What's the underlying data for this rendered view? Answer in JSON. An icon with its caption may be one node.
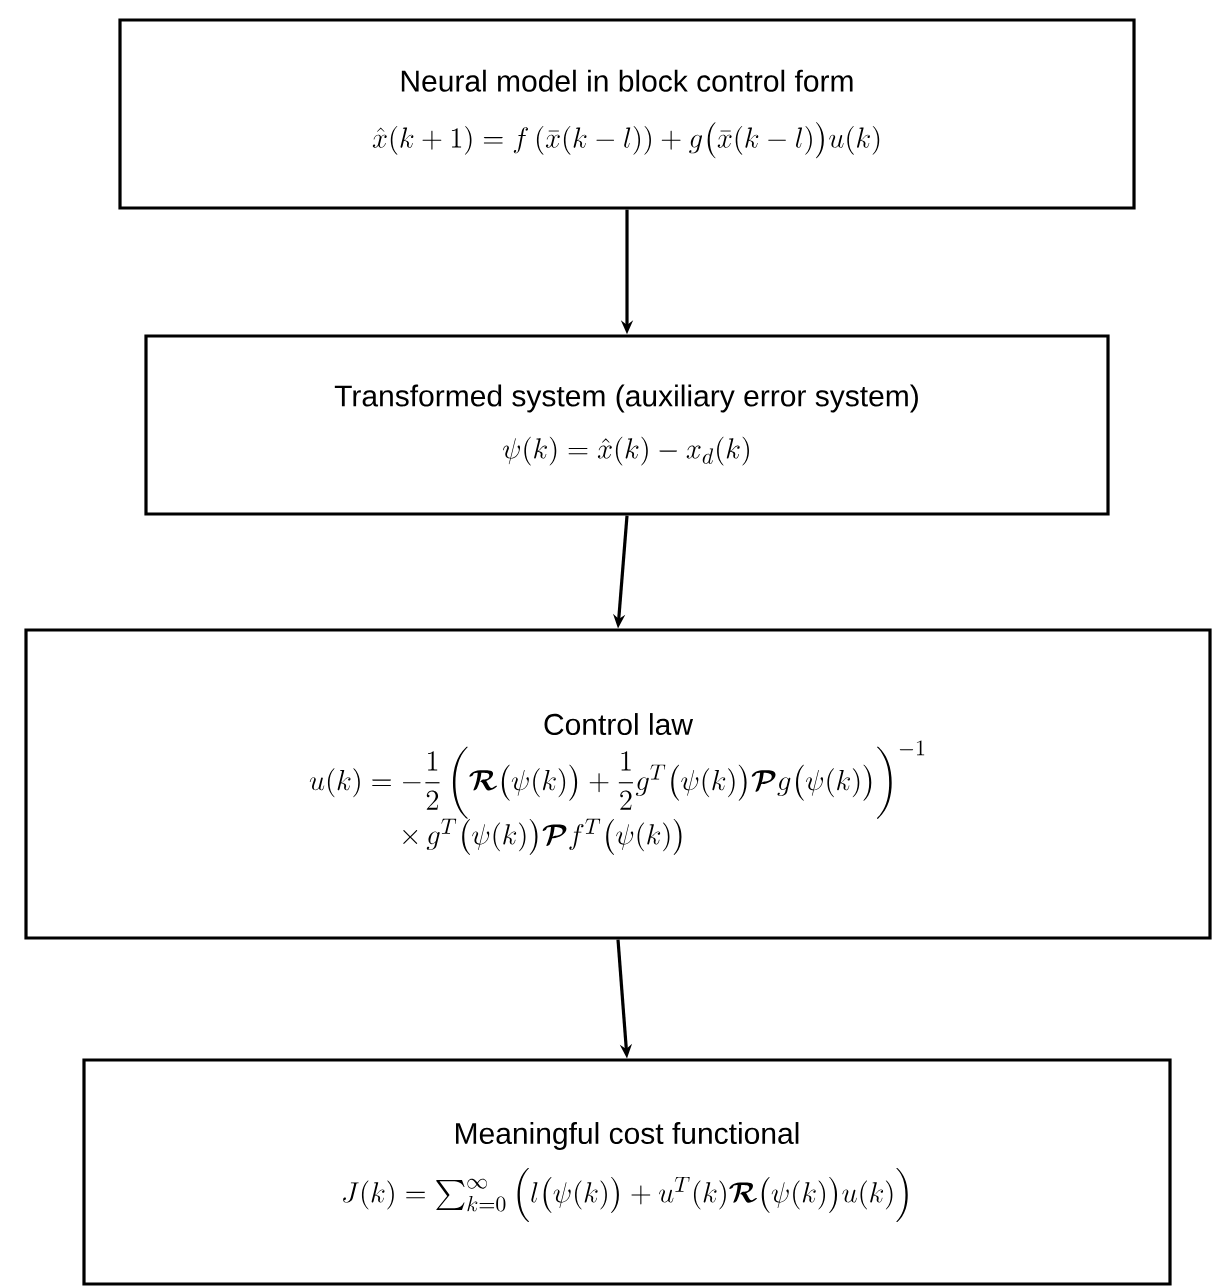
{
  "diagram": {
    "nodes": [
      {
        "text": [
          "Neural model in block control form",
          "\\hat{x}(k+1)=f\\left(\\bar{x}(k-l)\\right)+g\\big(\\bar{x}(k-l)\\big)u(k)"
        ]
      },
      {
        "text": [
          "Transformed system (auxiliary error system)",
          "\\psi(k)=\\hat{x}(k)-x_d(k)"
        ]
      },
      {
        "text": [
          "Control law",
          "\\begin{array}{l}u(k)=-\\dfrac{1}{2}\\left(\\boldsymbol{\\mathcal{R}}\\big(\\psi(k)\\big)+\\dfrac{1}{2}g^T\\big(\\psi(k)\\big)\\boldsymbol{\\mathcal{P}}g\\big(\\psi(k)\\big)\\right)^{-1}\\\\ \\qquad\\quad\\times\\, g^T\\big(\\psi(k)\\big)\\boldsymbol{\\mathcal{P}}f^T\\big(\\psi(k)\\big)\\end{array}"
        ]
      },
      {
        "text": [
          "Meaningful cost functional",
          "J(k)=\\sum_{k=0}^{\\infty}\\Big(l\\big(\\psi(k)\\big)+u^T(k)\\boldsymbol{\\mathcal{R}}\\big(\\psi(k)\\big)u(k)\\Big)"
        ]
      }
    ],
    "edges": [
      {
        "from": 0,
        "to": 1,
        "arrow": "to"
      },
      {
        "from": 1,
        "to": 2,
        "arrow": "to"
      },
      {
        "from": 2,
        "to": 3,
        "arrow": "to"
      }
    ]
  }
}
